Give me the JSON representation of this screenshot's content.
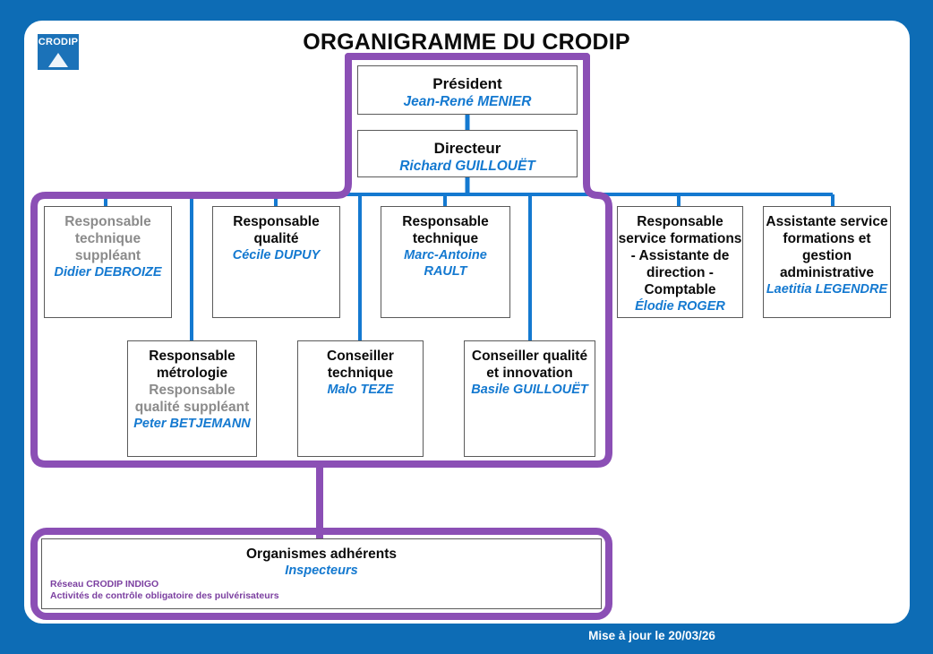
{
  "page": {
    "title": "ORGANIGRAMME DU CRODIP",
    "footer": "Mise à jour le 20/03/26",
    "background_color": "#0D6CB5",
    "accent_blue": "#1479D0",
    "accent_purple": "#8B4FB5",
    "muted_gray": "#8B8B8B"
  },
  "logo": {
    "name": "CRODIP",
    "icon": "crodip-logo-icon"
  },
  "nodes": {
    "president": {
      "role": "Président",
      "person": "Jean-René MENIER"
    },
    "directeur": {
      "role": "Directeur",
      "person": "Richard GUILLOUËT"
    },
    "resp_tech_suppleant": {
      "role": "Responsable\ntechnique\nsuppléant",
      "role_lines": [
        "Responsable",
        "technique",
        "suppléant"
      ],
      "person": "Didier DEBROIZE",
      "role_muted": true
    },
    "resp_qualite": {
      "role_lines": [
        "Responsable",
        "qualité"
      ],
      "person": "Cécile DUPUY",
      "role_muted": false
    },
    "resp_technique": {
      "role_lines": [
        "Responsable",
        "technique"
      ],
      "person": "Marc-Antoine RAULT",
      "role_muted": false
    },
    "resp_service_formations": {
      "role_lines": [
        "Responsable",
        "service formations",
        "- Assistante de",
        "direction -",
        "Comptable"
      ],
      "person": "Élodie ROGER",
      "role_muted": false
    },
    "assistante_service_formations": {
      "role_lines": [
        "Assistante service",
        "formations et",
        "gestion",
        "administrative"
      ],
      "person": "Laetitia LEGENDRE",
      "role_muted": false
    },
    "resp_metrologie": {
      "role_lines": [
        "Responsable",
        "métrologie"
      ],
      "role_secondary_lines": [
        "Responsable",
        "qualité suppléant"
      ],
      "person": "Peter BETJEMANN",
      "role_muted": false
    },
    "conseiller_technique": {
      "role_lines": [
        "Conseiller",
        "technique"
      ],
      "person": "Malo TEZE",
      "role_muted": false
    },
    "conseiller_qualite": {
      "role_lines": [
        "Conseiller qualité",
        "et innovation"
      ],
      "person": "Basile GUILLOUËT",
      "role_muted": false
    },
    "organismes": {
      "role": "Organismes adhérents",
      "person": "Inspecteurs",
      "note_line_1": "Réseau CRODIP INDIGO",
      "note_line_2": "Activités de contrôle obligatoire des pulvérisateurs"
    }
  }
}
